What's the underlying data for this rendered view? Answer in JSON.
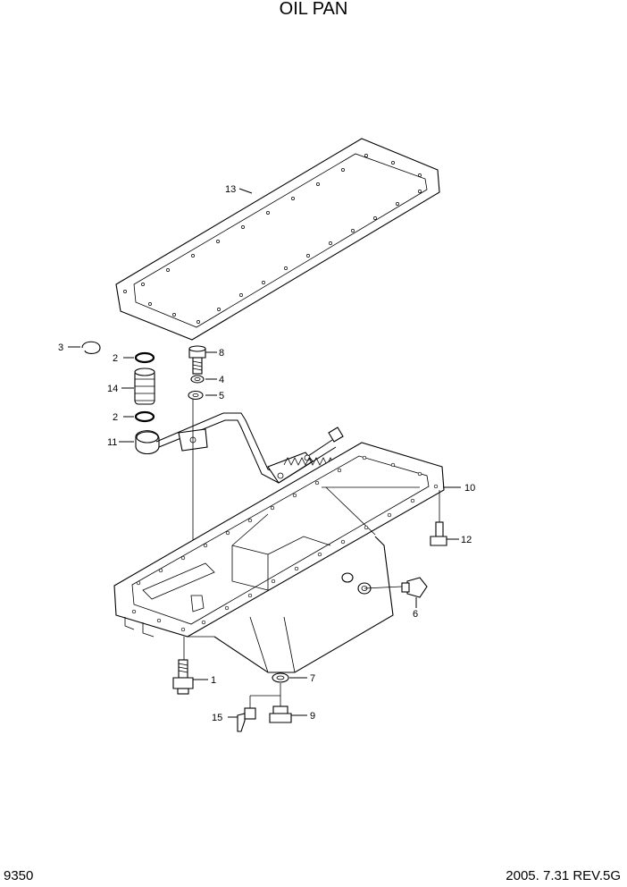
{
  "title": "OIL PAN",
  "page_number": "9350",
  "revision": "2005. 7.31  REV.5G",
  "callouts": {
    "c1": "1",
    "c2a": "2",
    "c2b": "2",
    "c3": "3",
    "c4": "4",
    "c5": "5",
    "c6": "6",
    "c7": "7",
    "c8": "8",
    "c9": "9",
    "c10": "10",
    "c11": "11",
    "c12": "12",
    "c13": "13",
    "c14": "14",
    "c15": "15"
  }
}
